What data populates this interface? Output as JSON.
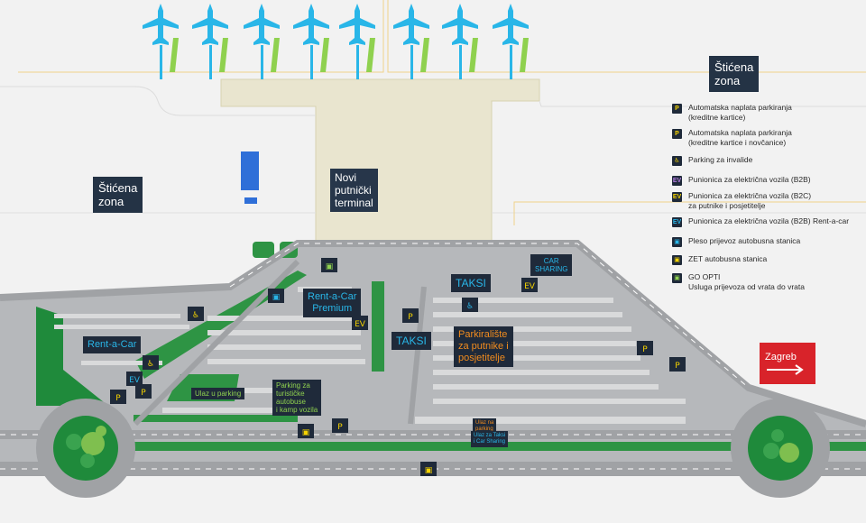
{
  "labels": {
    "stitcena_left": [
      "Štićena",
      "zona"
    ],
    "stitcena_right": [
      "Štićena",
      "zona"
    ],
    "terminal": [
      "Novi",
      "putnički",
      "terminal"
    ],
    "rent_car_premium": [
      "Rent-a-Car",
      "Premium"
    ],
    "rent_car": "Rent-a-Car",
    "car_sharing": [
      "CAR",
      "SHARING"
    ],
    "taksi_top": "TAKSI",
    "taksi_mid": "TAKSI",
    "parking_putnici": [
      "Parkiralište",
      "za putnike i",
      "posjetitelje"
    ],
    "parking_bus": [
      "Parking za",
      "turističke",
      "autobuse",
      "i kamp vozila"
    ],
    "ulaz_parking": "Ulaz u parking",
    "ulaz_na_parking": [
      "Ulaz na",
      "parking"
    ],
    "ulaz_taksi": [
      "Ulaz za Taksi",
      "i Car Sharing"
    ],
    "zagreb": "Zagreb"
  },
  "legend": [
    {
      "icon": "card-parking-icon",
      "glyph": "P",
      "color": "#f5d300",
      "text": [
        "Automatska naplata parkiranja",
        "(kreditne kartice)"
      ]
    },
    {
      "icon": "card-cash-parking-icon",
      "glyph": "P",
      "color": "#f5d300",
      "text": [
        "Automatska naplata parkiranja",
        "(kreditne kartice i novčanice)"
      ]
    },
    {
      "icon": "disabled-parking-icon",
      "glyph": "♿",
      "color": "#f5d300",
      "text": [
        "Parking za invalide"
      ]
    },
    {
      "icon": "ev-b2b-icon",
      "glyph": "EV",
      "color": "#b37be0",
      "text": [
        "Punionica za električna vozila (B2B)"
      ]
    },
    {
      "icon": "ev-b2c-icon",
      "glyph": "EV",
      "color": "#f5d300",
      "text": [
        "Punionica za električna vozila (B2C)",
        "za putnike i posjetitelje"
      ]
    },
    {
      "icon": "ev-rent-icon",
      "glyph": "EV",
      "color": "#29b6e8",
      "text": [
        "Punionica za električna vozila (B2B) Rent-a-car"
      ]
    },
    {
      "icon": "pleso-bus-icon",
      "glyph": "▣",
      "color": "#29b6e8",
      "text": [
        "Pleso prijevoz autobusna stanica"
      ]
    },
    {
      "icon": "zet-bus-icon",
      "glyph": "▣",
      "color": "#f5d300",
      "text": [
        "ZET autobusna stanica"
      ]
    },
    {
      "icon": "go-opti-icon",
      "glyph": "▣",
      "color": "#8fd14f",
      "text": [
        "GO OPTI",
        "Usluga prijevoza od vrata do vrata"
      ]
    }
  ],
  "colors": {
    "road": "#a7a9ac",
    "road_dark": "#8f9295",
    "green": "#1f8a3b",
    "apron": "#e9e5cf",
    "plane": "#29b6e8",
    "jetbridge": "#8fd14f"
  }
}
